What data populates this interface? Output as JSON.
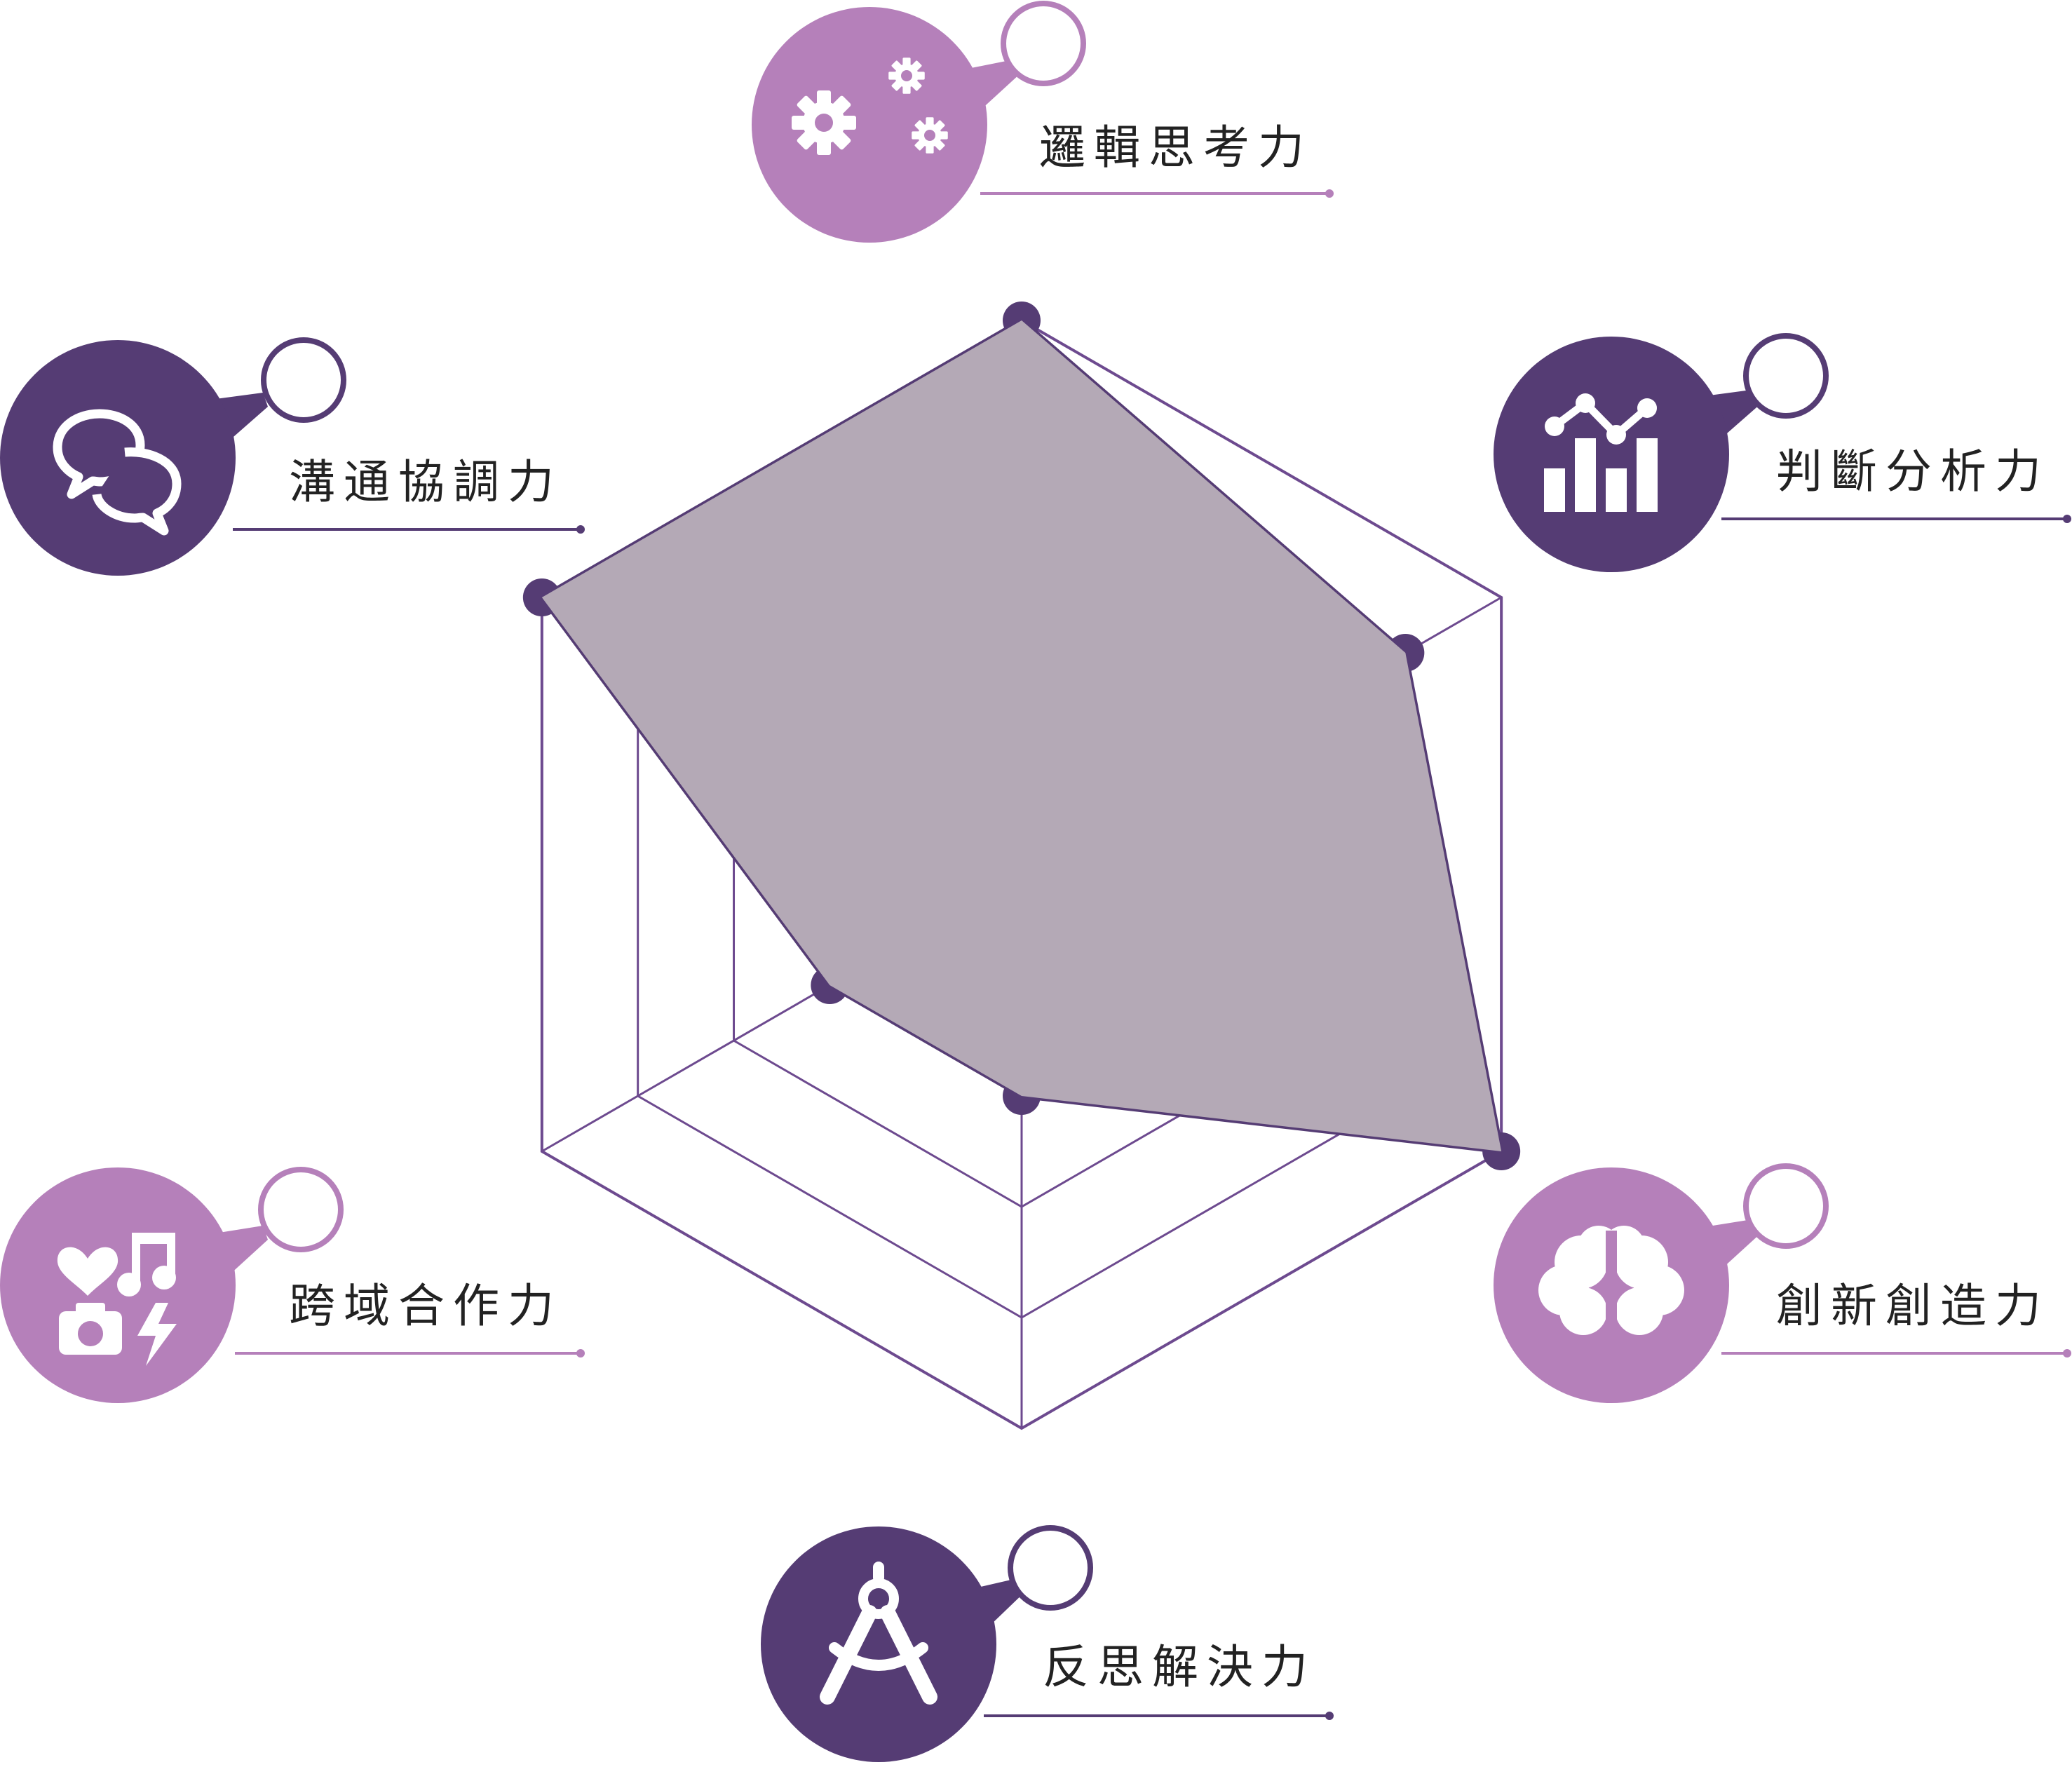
{
  "colors": {
    "dark": "#553c74",
    "light": "#b580ba",
    "fill": "#b4a9b6",
    "grid": "#6d4a8f"
  },
  "chart_data": {
    "type": "radar",
    "axes": [
      "邏輯思考力",
      "判斷分析力",
      "創新創造力",
      "反思解決力",
      "跨域合作力",
      "溝通協調力"
    ],
    "series": [
      {
        "values": [
          5,
          4,
          5,
          2,
          2,
          5
        ]
      }
    ],
    "levels": 5,
    "range": [
      0,
      5
    ]
  },
  "badges": [
    {
      "label": "邏輯思考力",
      "icon": "gears-icon",
      "tone": "light"
    },
    {
      "label": "判斷分析力",
      "icon": "chart-icon",
      "tone": "dark"
    },
    {
      "label": "創新創造力",
      "icon": "brain-icon",
      "tone": "light"
    },
    {
      "label": "反思解決力",
      "icon": "compass-icon",
      "tone": "dark"
    },
    {
      "label": "跨域合作力",
      "icon": "hobbies-icon",
      "tone": "light"
    },
    {
      "label": "溝通協調力",
      "icon": "chat-icon",
      "tone": "dark"
    }
  ]
}
